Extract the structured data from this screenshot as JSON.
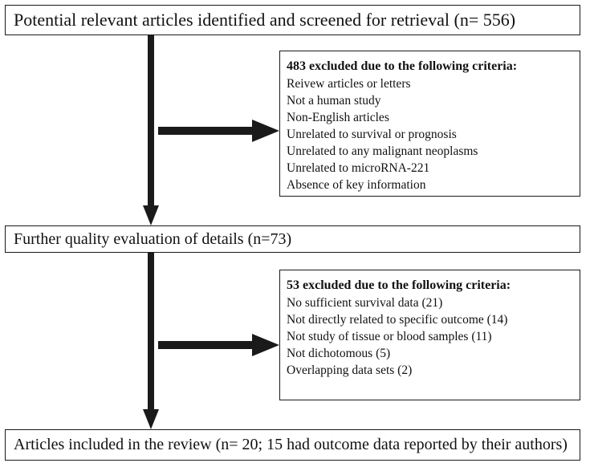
{
  "flow": {
    "identified": "Potential relevant articles identified and screened for retrieval (n= 556)",
    "exclusion1": {
      "heading": "483 excluded due to the following criteria:",
      "items": [
        "Reivew articles or letters",
        "Not a human study",
        "Non-English articles",
        "Unrelated to survival or prognosis",
        "Unrelated to any malignant neoplasms",
        "Unrelated to microRNA-221",
        "Absence of key information"
      ]
    },
    "evaluation": "Further quality evaluation of details (n=73)",
    "exclusion2": {
      "heading": "53 excluded due to the following criteria:",
      "items": [
        "No sufficient survival data (21)",
        "Not directly related to specific outcome (14)",
        "Not study of tissue or blood samples (11)",
        "Not dichotomous (5)",
        "Overlapping data sets (2)"
      ]
    },
    "included": "Articles included in the review (n= 20; 15 had outcome data reported by their authors)"
  },
  "colors": {
    "arrow": "#1a1a1a",
    "border": "#1a1a1a"
  }
}
